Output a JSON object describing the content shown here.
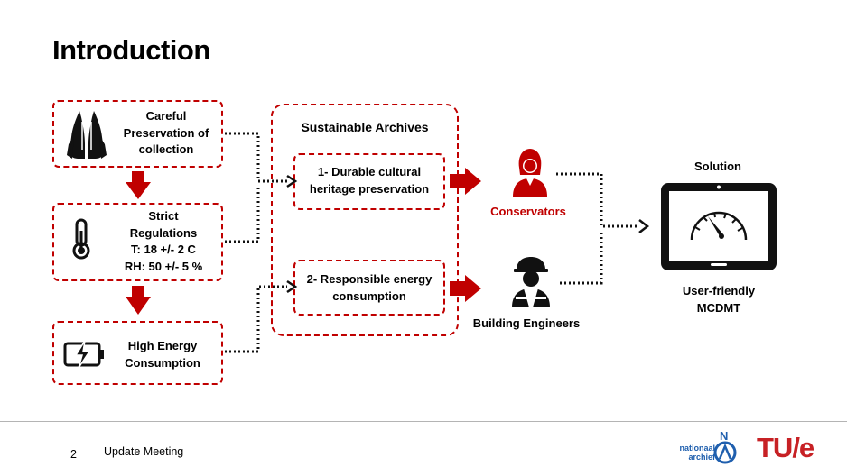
{
  "slide": {
    "title": "Introduction",
    "page_number": "2",
    "footer_text": "Update Meeting"
  },
  "left_column": [
    {
      "lines": [
        "Careful",
        "Preservation of",
        "collection"
      ],
      "icon": "praying-hands-icon"
    },
    {
      "lines": [
        "Strict",
        "Regulations",
        "T: 18 +/- 2 C",
        "RH: 50 +/- 5 %"
      ],
      "icon": "thermometer-icon"
    },
    {
      "lines": [
        "High Energy",
        "Consumption"
      ],
      "icon": "battery-charging-icon"
    }
  ],
  "middle": {
    "title": "Sustainable Archives",
    "box1_lines": [
      "1- Durable cultural",
      "heritage preservation"
    ],
    "box2_lines": [
      "2- Responsible energy",
      "consumption"
    ]
  },
  "stakeholders": {
    "conservators": "Conservators",
    "engineers": "Building Engineers"
  },
  "solution": {
    "heading": "Solution",
    "lines": [
      "User-friendly",
      "MCDMT"
    ],
    "icon": "tablet-gauge-icon"
  },
  "logos": {
    "nationaal_line1": "nationaal",
    "nationaal_line2": "archief",
    "nationaal_letter": "N",
    "tue": "TU/e"
  },
  "colors": {
    "accent_red": "#c00000",
    "nationaal_blue": "#1f5fae",
    "tue_red": "#c72125"
  }
}
